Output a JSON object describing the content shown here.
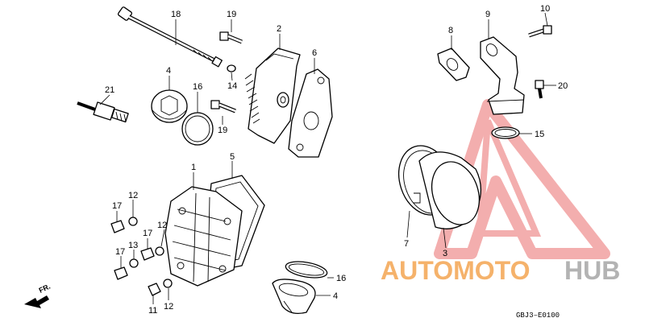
{
  "diagram": {
    "code": "GBJ3–E0100",
    "direction_label": "FR.",
    "watermark": {
      "text_part1": "AUTOMOTO",
      "text_part2": "HUB",
      "color_primary": "#f2a0a0",
      "color_orange": "#f5b26b",
      "color_gray": "#b3b3b3"
    },
    "callouts": [
      {
        "id": "c18",
        "label": "18"
      },
      {
        "id": "c19a",
        "label": "19"
      },
      {
        "id": "c2",
        "label": "2"
      },
      {
        "id": "c6",
        "label": "6"
      },
      {
        "id": "c14",
        "label": "14"
      },
      {
        "id": "c4a",
        "label": "4"
      },
      {
        "id": "c16a",
        "label": "16"
      },
      {
        "id": "c21",
        "label": "21"
      },
      {
        "id": "c19b",
        "label": "19"
      },
      {
        "id": "c1",
        "label": "1"
      },
      {
        "id": "c5",
        "label": "5"
      },
      {
        "id": "c17a",
        "label": "17"
      },
      {
        "id": "c12a",
        "label": "12"
      },
      {
        "id": "c17b",
        "label": "17"
      },
      {
        "id": "c12b",
        "label": "12"
      },
      {
        "id": "c17c",
        "label": "17"
      },
      {
        "id": "c13",
        "label": "13"
      },
      {
        "id": "c11",
        "label": "11"
      },
      {
        "id": "c12c",
        "label": "12"
      },
      {
        "id": "c16b",
        "label": "16"
      },
      {
        "id": "c4b",
        "label": "4"
      },
      {
        "id": "c8",
        "label": "8"
      },
      {
        "id": "c9",
        "label": "9"
      },
      {
        "id": "c10",
        "label": "10"
      },
      {
        "id": "c20",
        "label": "20"
      },
      {
        "id": "c15",
        "label": "15"
      },
      {
        "id": "c7",
        "label": "7"
      },
      {
        "id": "c3",
        "label": "3"
      }
    ]
  }
}
